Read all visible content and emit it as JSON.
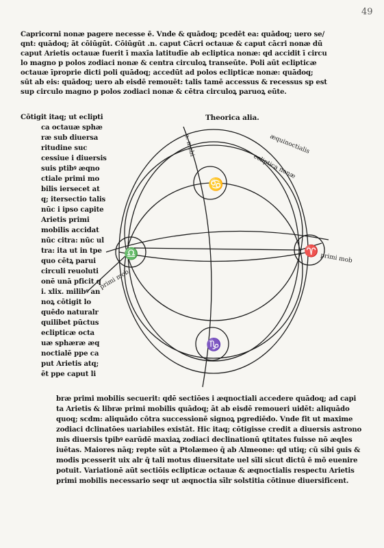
{
  "folio": "49",
  "top_lines": [
    "Capricorni nonæ pagere necesse ē. Vnde & quādoq; pcedēt ea: quādoq; uero se/",
    "qnt: quādoq; āt cōiūgūt. Cōiūgūt .n. caput Cācri octauæ & caput cācri nonæ dū",
    "caput Arietis octauæ fuerit ī maxīa latitudīe ab ecliptica nonæ: qd accidit ī circu",
    "lo magno p polos zodiaci nonæ & centra circuloꝝ transeūte. Poli aūt eclipticæ",
    "octauæ īproprie dicti poli quādoq; accedūt ad polos eclipticæ nonæ: quādoq;",
    "sūt ab eis: quādoq; uero ab eisdē remouēt: talis tamē accessus & recessus sp est",
    "sup circulo magno p polos zodiaci nonæ & cētra circuloꝝ paruoꝝ eūte."
  ],
  "title": "Theorica alia.",
  "left_column": [
    "Cōtigit itaq; ut eclipti",
    "ca octauæ sphæ",
    "ræ sub diuersa",
    "ritudine suc",
    "cessiue i diuersis",
    "suis ptibꝰ æqno",
    "ctiale primi mo",
    "bilis iersecet at",
    "q; itersectio talis",
    "nūc i ipso capite",
    "Arietis primi",
    "mobilis accidat",
    "nūc citra: nūc ul",
    "tra: ita ut in tpe",
    "quo cētꝝ parui",
    "circuli reuoluti",
    "onē unā pficit q",
    "i. xlix. milibꝰ an",
    "noꝝ cōtigit lo",
    "quēdo naturalr",
    "quilibet pūctus",
    "eclipticæ octa",
    "uæ sphæræ æq",
    "noctialē ppe ca",
    "put Arietis atq;",
    "ēt ppe caput li"
  ],
  "bottom_lines": [
    "bræ primi mobilis secuerit: qdē sectiōes i æqnoctiali accedere quādoq; ad capi",
    "ta Arietis & libræ primi mobilis quādoq; āt ab eisdē remoueri uidēt: aliquādo",
    "quoq; scdm: aliquādo cōtra successionē signoꝝ pgrediēdo. Vnde fit ut maxime",
    "zodiaci dclinatōes uariabiles existāt. Hic itaq; cōtigisse credit a diuersis astrono",
    "mis diuersis tpibꝰ earūdē maxiaꝝ zodiaci declinationū qtitates fuisse nō æqles",
    "iuētas. Maiores nāq; repte sūt a Ptolæmeo q̄ ab Almeone: qd utiq; cū sibi ꝯuis &",
    "modis pcesserit uix alr q̄ tali motus diuersitate uel sīli sicut dictū ē mō euenire",
    "potuit. Variationē aūt sectiōis eclipticæ octauæ & æqnoctialis respectu Arietis",
    "primi mobilis necessario seqr ut æqnoctia sīlr solstitia cōtinue diuersificent."
  ],
  "diagram": {
    "labels": {
      "primum_top": "p. mobi",
      "primum_right": "primi mob",
      "primum_left": "primi mob",
      "aequinoctialis": "æquinoctialis",
      "ecliptica_nonae": "ecliptica nonæ"
    },
    "symbols": {
      "cancer": "♋",
      "aries": "♈",
      "libra": "♎",
      "capricorn": "♑"
    }
  }
}
